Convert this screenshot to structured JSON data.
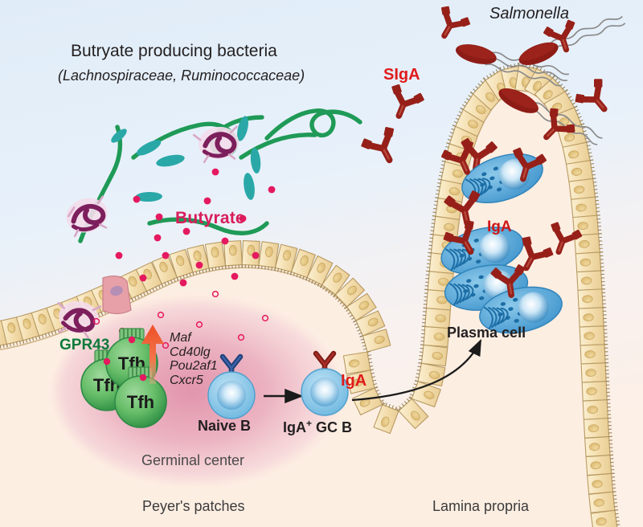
{
  "figure": {
    "title_main": "Butryate producing bacteria",
    "title_sub": "(Lachnospiraceae, Ruminococcaceae)",
    "labels": {
      "butyrate": "Butyrate",
      "gpr43": "GPR43",
      "naive_b": "Naive B",
      "gc_b_prefix": "IgA",
      "gc_b_sup": "+",
      "gc_b_suffix": " GC B",
      "iga_gcb": "IgA",
      "iga_plasma": "IgA",
      "siga": "SIgA",
      "salmonella": "Salmonella",
      "plasma_cell": "Plasma cell",
      "germinal_center": "Germinal center",
      "peyers_patches": "Peyer's patches",
      "lamina_propria": "Lamina propria",
      "tfh": "Tfh"
    },
    "upregulated_genes": [
      "Maf",
      "Cd40lg",
      "Pou2af1",
      "Cxcr5"
    ],
    "colors": {
      "background_top": "#e2edf8",
      "background_bottom": "#fdf0e6",
      "epithelium_fill": "#f3dcab",
      "epithelium_nucleus": "#e0bd77",
      "epithelium_border": "#b89a62",
      "lamina_propria": "#fdeee2",
      "germinal_center": "#e8a0b4",
      "tfh_green": "#5cb85c",
      "b_cell_blue": "#7ec4e8",
      "plasma_cell_blue": "#5aaede",
      "antibody_red": "#962019",
      "butyrate_pink": "#e5195f",
      "bacteria_green": "#1f9a57",
      "bacteria_teal": "#2aa8a8",
      "bacteria_purple": "#7d1f5c",
      "salmonella_red": "#8e1c16",
      "flagella_gray": "#8b8b8b",
      "arrow_up_red": "#f05a35",
      "gene_text": "#231f20"
    },
    "counts": {
      "tfh_cells": 3,
      "plasma_cells": 4,
      "salmonella": 3,
      "butyrate_dots": 16
    }
  }
}
